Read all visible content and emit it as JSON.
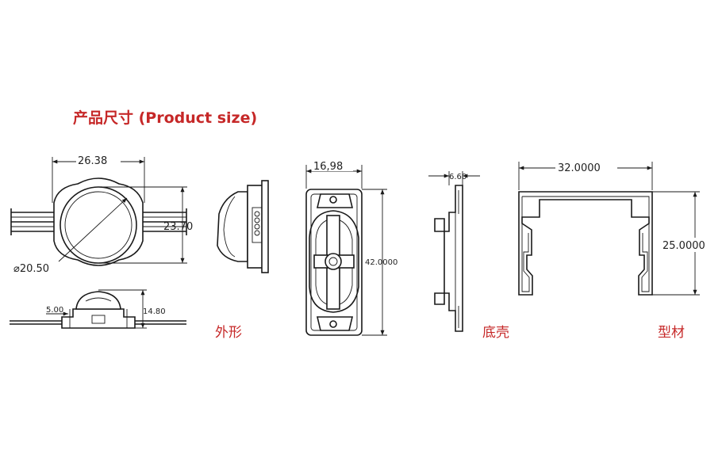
{
  "title": "产品尺寸 (Product size)",
  "captions": {
    "appearance": "外形",
    "bottom_shell": "底壳",
    "profile": "型材"
  },
  "dimensions": {
    "module_width": "26.38",
    "module_height": "23.70",
    "lens_diameter": "⌀20.50",
    "base_thickness": "5.00",
    "total_height": "14.80",
    "shell_width": "16,98",
    "shell_length": "42.0000",
    "shell_side": "6.60",
    "profile_width": "32.0000",
    "profile_height": "25.0000"
  },
  "colors": {
    "caption": "#c62828",
    "line": "#1a1a1a"
  }
}
